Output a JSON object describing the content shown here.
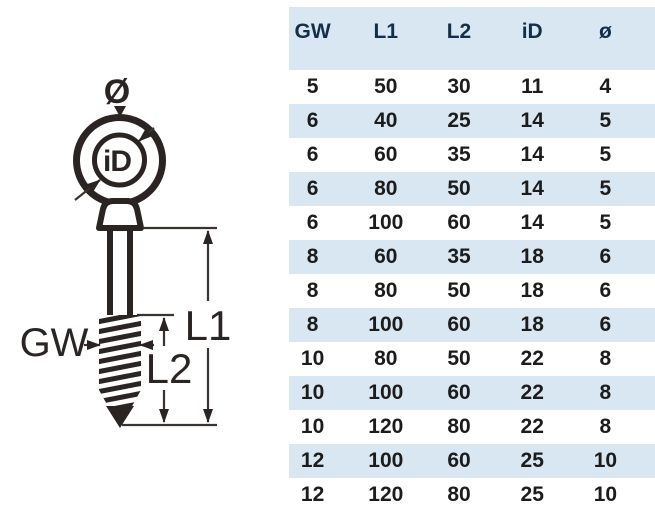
{
  "diagram": {
    "description": "technical line drawing of an eye bolt with wood-screw thread and dimension arrows",
    "labels": {
      "outer_diameter": "Ø",
      "inner_diameter": "iD",
      "thread": "GW",
      "total_length": "L1",
      "thread_length": "L2"
    }
  },
  "table": {
    "columns": [
      "GW",
      "L1",
      "L2",
      "iD",
      "ø"
    ],
    "rows": [
      [
        "5",
        "50",
        "30",
        "11",
        "4"
      ],
      [
        "6",
        "40",
        "25",
        "14",
        "5"
      ],
      [
        "6",
        "60",
        "35",
        "14",
        "5"
      ],
      [
        "6",
        "80",
        "50",
        "14",
        "5"
      ],
      [
        "6",
        "100",
        "60",
        "14",
        "5"
      ],
      [
        "8",
        "60",
        "35",
        "18",
        "6"
      ],
      [
        "8",
        "80",
        "50",
        "18",
        "6"
      ],
      [
        "8",
        "100",
        "60",
        "18",
        "6"
      ],
      [
        "10",
        "80",
        "50",
        "22",
        "8"
      ],
      [
        "10",
        "100",
        "60",
        "22",
        "8"
      ],
      [
        "10",
        "120",
        "80",
        "22",
        "8"
      ],
      [
        "12",
        "100",
        "60",
        "25",
        "10"
      ],
      [
        "12",
        "120",
        "80",
        "25",
        "10"
      ]
    ]
  },
  "colors": {
    "table_header_bg": "#d9e7f3",
    "table_stripe_bg": "#d9e7f3",
    "table_header_text": "#132f4b",
    "table_data_text": "#1c1c1c",
    "drawing_ink": "#2a2422",
    "dimension_line": "#3a3430"
  }
}
